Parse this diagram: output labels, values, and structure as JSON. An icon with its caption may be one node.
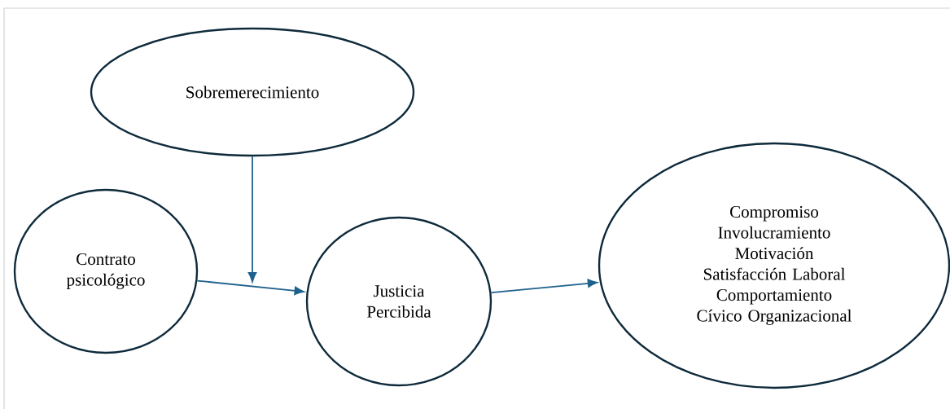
{
  "diagram": {
    "nodes": [
      {
        "text": [
          "Sobremerecimiento"
        ]
      },
      {
        "text": [
          "Contrato psicológico"
        ]
      },
      {
        "text": [
          "Justicia Percibida"
        ]
      },
      {
        "text": [
          "Compromiso",
          "Involucramiento",
          "Motivación",
          "Satisfacción Laboral",
          "Comportamiento Cívico Organizacional"
        ]
      }
    ],
    "edges": [
      {
        "from": 1,
        "to": 2,
        "arrow": "to"
      },
      {
        "from": 0,
        "to": null,
        "arrow": "to"
      },
      {
        "from": 2,
        "to": 3,
        "arrow": "to"
      }
    ]
  }
}
